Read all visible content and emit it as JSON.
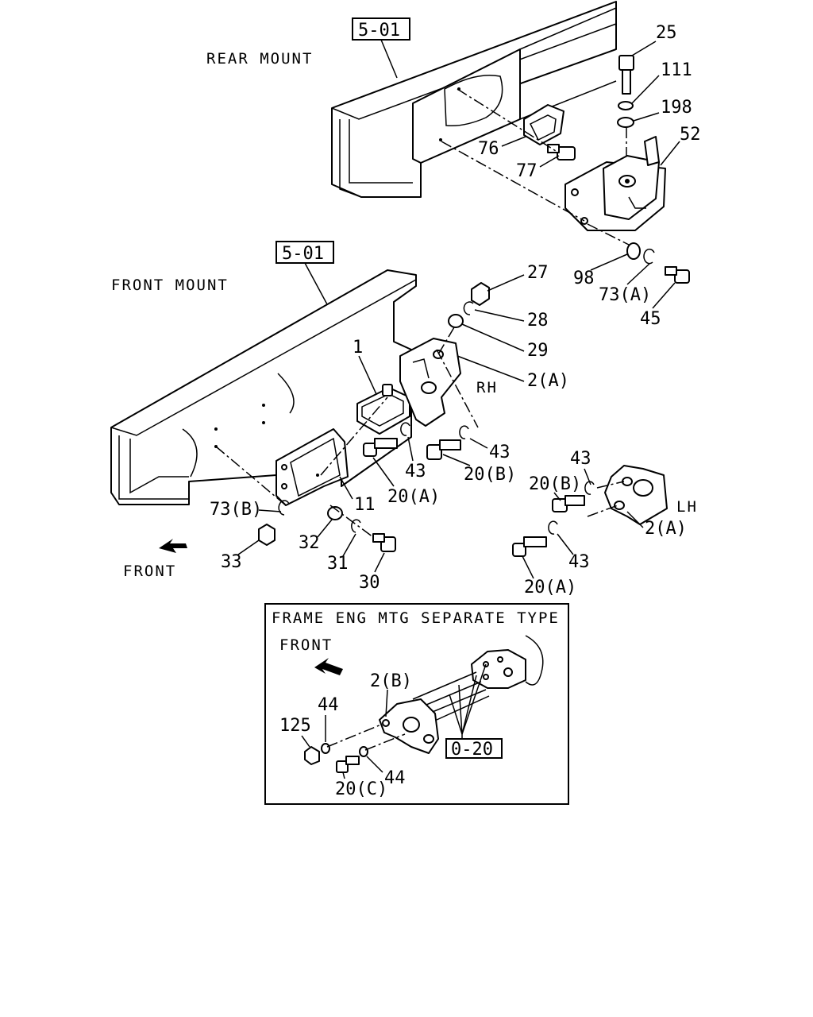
{
  "sections": {
    "rear_mount": "REAR MOUNT",
    "front_mount": "FRONT MOUNT",
    "frame_eng_mtg": "FRAME ENG MTG SEPARATE TYPE"
  },
  "refs": {
    "frame_rear": "5-01",
    "frame_front": "5-01",
    "inset": "0-20"
  },
  "directions": {
    "front_main": "FRONT",
    "front_inset": "FRONT"
  },
  "sides": {
    "rh": "RH",
    "lh": "LH"
  },
  "parts": {
    "p25": "25",
    "p111": "111",
    "p198": "198",
    "p52": "52",
    "p76": "76",
    "p77": "77",
    "p98": "98",
    "p73a_rear": "73(A)",
    "p45": "45",
    "p27": "27",
    "p28": "28",
    "p29": "29",
    "p2a_rh": "2(A)",
    "p1": "1",
    "p43_a": "43",
    "p43_b": "43",
    "p20b_rh": "20(B)",
    "p20a_rh": "20(A)",
    "p11": "11",
    "p73b": "73(B)",
    "p32": "32",
    "p31": "31",
    "p33": "33",
    "p30": "30",
    "p43_lh_top": "43",
    "p20b_lh": "20(B)",
    "p2a_lh": "2(A)",
    "p43_lh_bot": "43",
    "p20a_lh": "20(A)",
    "p2b": "2(B)",
    "p44_top": "44",
    "p125": "125",
    "p20c": "20(C)",
    "p44_bot": "44"
  }
}
